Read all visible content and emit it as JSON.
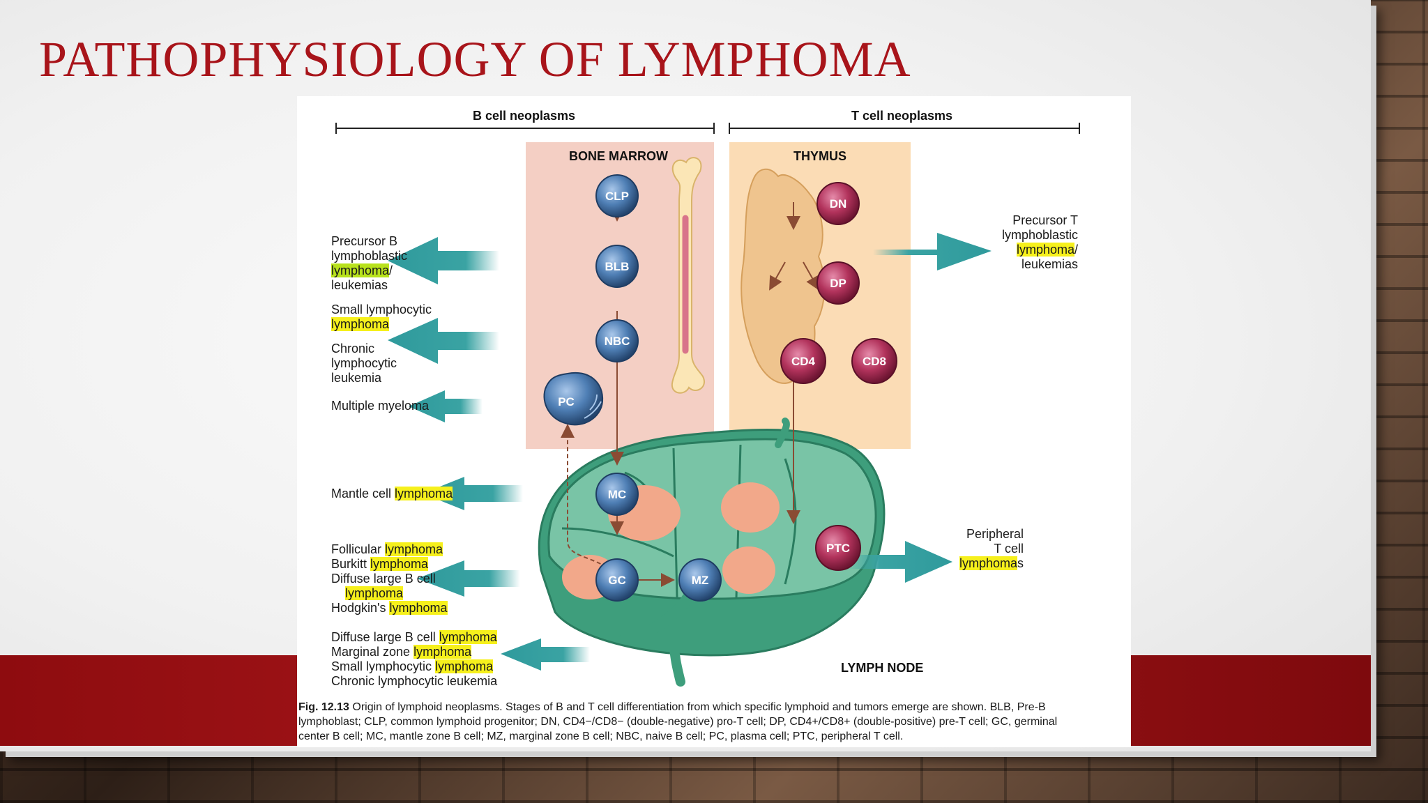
{
  "slide": {
    "title": "PATHOPHYSIOLOGY OF LYMPHOMA"
  },
  "figure": {
    "headers": {
      "b_cell": "B cell neoplasms",
      "t_cell": "T cell neoplasms",
      "bone_marrow": "BONE MARROW",
      "thymus": "THYMUS",
      "lymph_node": "LYMPH NODE"
    },
    "cells": {
      "clp": "CLP",
      "blb": "BLB",
      "nbc": "NBC",
      "pc": "PC",
      "mc": "MC",
      "gc": "GC",
      "mz": "MZ",
      "dn": "DN",
      "dp": "DP",
      "cd4": "CD4",
      "cd8": "CD8",
      "ptc": "PTC"
    },
    "labels": {
      "precursor_b": [
        "Precursor B",
        "lymphoblastic",
        "lymphoma",
        "/",
        "leukemias"
      ],
      "small_lymphocytic": [
        "Small lymphocytic",
        "lymphoma"
      ],
      "chronic": [
        "Chronic",
        "lymphocytic",
        "leukemia"
      ],
      "multiple_myeloma": "Multiple myeloma",
      "mantle_cell": [
        "Mantle cell ",
        "lymphoma"
      ],
      "follicular": [
        "Follicular ",
        "lymphoma"
      ],
      "burkitt": [
        "Burkitt ",
        "lymphoma"
      ],
      "diffuse_large": [
        "Diffuse large B cell",
        "lymphoma"
      ],
      "hodgkin": [
        "Hodgkin's ",
        "lymphoma"
      ],
      "mz_group": {
        "line1": [
          "Diffuse large B cell ",
          "lymphoma"
        ],
        "line2": [
          "Marginal zone ",
          "lymphoma"
        ],
        "line3": [
          "Small lymphocytic ",
          "lymphoma"
        ],
        "line4": "Chronic lymphocytic leukemia"
      },
      "precursor_t": [
        "Precursor T",
        "lymphoblastic",
        "lymphoma",
        "/",
        "leukemias"
      ],
      "peripheral_t": [
        "Peripheral",
        "T cell",
        "lymphoma",
        "s"
      ]
    },
    "caption": {
      "fig_no": "Fig. 12.13",
      "line1": " Origin of lymphoid neoplasms. Stages of B and T cell differentiation from which specific lymphoid and tumors emerge are shown. BLB, Pre-B",
      "line2": "lymphoblast; CLP, common lymphoid progenitor; DN, CD4−/CD8− (double-negative) pro-T cell; DP, CD4+/CD8+ (double-positive) pre-T cell; GC, germinal",
      "line3": "center B cell; MC, mantle zone B cell; MZ, marginal zone B cell; NBC, naive B cell; PC, plasma cell; PTC, peripheral T cell."
    }
  },
  "colors": {
    "title": "#a8141a",
    "band": "#a4161a",
    "b_cell": "#4f7fb5",
    "t_cell": "#b2335c",
    "arrow": "#3aa3a3",
    "highlight": "#f6f01c",
    "bone_marrow_bg": "#f4cfc4",
    "thymus_bg": "#fbdcb5",
    "node_green": "#5fb396"
  }
}
